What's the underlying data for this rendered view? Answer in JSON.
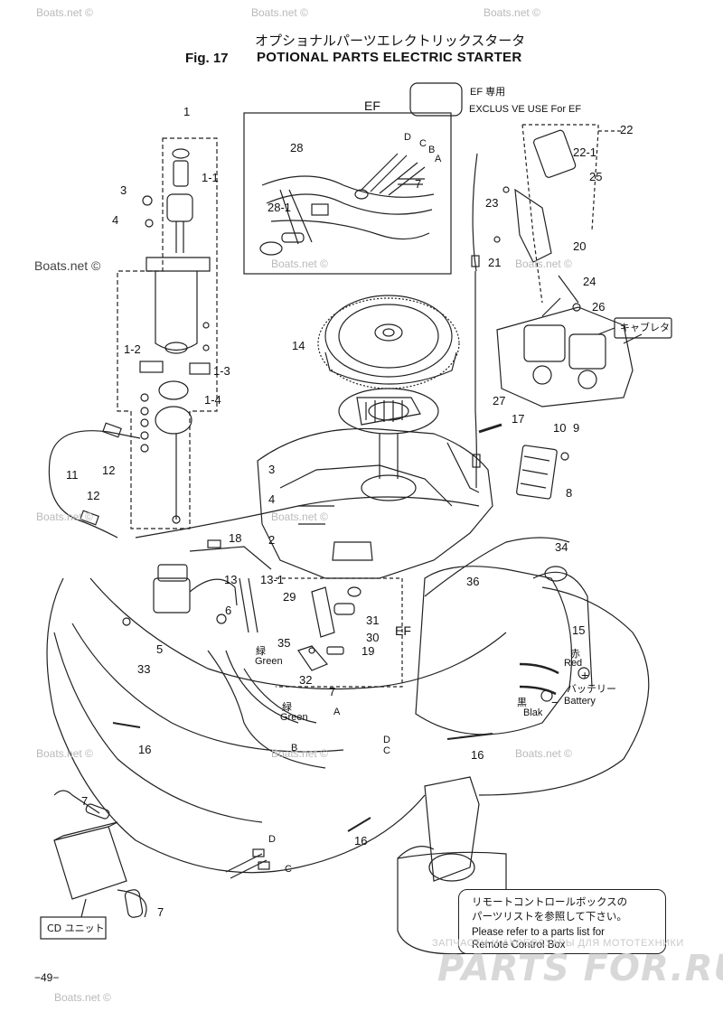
{
  "header": {
    "title_jp": "オプショナルパーツエレクトリックスタータ",
    "fig_no": "Fig. 17",
    "title_en": "POTIONAL PARTS ELECTRIC STARTER"
  },
  "legend_box": {
    "line_jp": "EF 専用",
    "line_en": "EXCLUS VE USE For EF"
  },
  "section_labels": {
    "ef_top": "EF",
    "ef_mid": "EF"
  },
  "tags": {
    "carburetor": "キャブレタ",
    "cd_unit": "CD ユニット"
  },
  "wire_labels": {
    "green_jp_1": "緑",
    "green_en_1": "Green",
    "green_jp_2": "緑",
    "green_en_2": "Green",
    "red_jp": "赤",
    "red_en": "Red",
    "battery_jp": "バッテリー",
    "battery_en": "Battery",
    "black_jp": "黒",
    "black_en": "Blak",
    "plus": "+",
    "minus": "−"
  },
  "connector_letters": {
    "D_top": "D",
    "C_top": "C",
    "B_top": "B",
    "A_top": "A",
    "A_mid": "A",
    "B_mid": "B",
    "D_mid": "D",
    "C_mid": "C",
    "D_low": "D",
    "C_low": "C"
  },
  "part_numbers": {
    "p1": "1",
    "p1_1": "1-1",
    "p3a": "3",
    "p4a": "4",
    "p1_2": "1-2",
    "p1_3": "1-3",
    "p1_4": "1-4",
    "p11": "11",
    "p12a": "12",
    "p12b": "12",
    "p28": "28",
    "p28_1": "28-1",
    "p7_top": "7",
    "p22": "22",
    "p22_1": "22-1",
    "p25": "25",
    "p23": "23",
    "p20": "20",
    "p21": "21",
    "p24": "24",
    "p26": "26",
    "p14": "14",
    "p27": "27",
    "p17": "17",
    "p10": "10",
    "p9": "9",
    "p8": "8",
    "p3b": "3",
    "p4b": "4",
    "p2": "2",
    "p18": "18",
    "p13": "13",
    "p13_1": "13-1",
    "p29": "29",
    "p31": "31",
    "p30": "30",
    "p36": "36",
    "p34": "34",
    "p15": "15",
    "p6": "6",
    "p5": "5",
    "p33": "33",
    "p35": "35",
    "p32": "32",
    "p19": "19",
    "p7_mid": "7",
    "p16a": "16",
    "p16b": "16",
    "p16c": "16",
    "p7_left": "7",
    "p7_bottom": "7"
  },
  "note": {
    "line1": "リモートコントロールボックスの",
    "line2": "パーツリストを参照して下さい。",
    "line3": "Please refer to a parts list for",
    "line4": "Remote Control Box"
  },
  "watermarks": {
    "boats_a": "Boats.net ©",
    "boats_b": "Boats.net ©",
    "boats_c": "Boats.net ©",
    "boats_d": "Boats.net ©",
    "boats_e": "Boats.net ©",
    "boats_f": "Boats.net ©",
    "boats_g": "Boats.net ©",
    "boats_h": "Boats.net ©",
    "boats_i": "Boats.net ©",
    "boats_j": "Boats.net ©",
    "boats_k": "Boats.net ©",
    "boats_big": "Boats.net ©",
    "ru_small": "ЗАПЧАСТИ И АКСЕССУАРЫ ДЛЯ МОТОТЕХНИКИ",
    "ru_logo": "PARTS FOR.RU"
  },
  "footer": {
    "page_no": "−49−"
  }
}
